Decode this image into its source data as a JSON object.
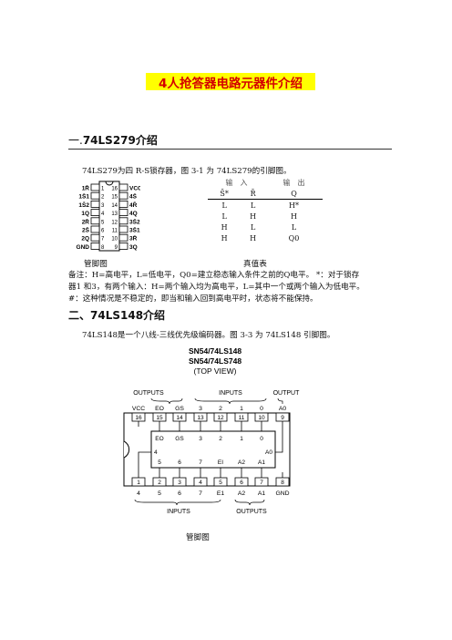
{
  "doc_title": "4人抢答器电路元器件介绍",
  "section1": {
    "number": "一.",
    "title": "74LS279介绍",
    "intro": "74LS279为四 R-S锁存器，图 3-1 为 74LS279的引脚图。"
  },
  "chip279": {
    "left_pins": [
      {
        "num": "1",
        "label": "1R̄"
      },
      {
        "num": "2",
        "label": "1S̄1"
      },
      {
        "num": "3",
        "label": "1S̄2"
      },
      {
        "num": "4",
        "label": "1Q"
      },
      {
        "num": "5",
        "label": "2R̄"
      },
      {
        "num": "6",
        "label": "2S̄"
      },
      {
        "num": "7",
        "label": "2Q"
      },
      {
        "num": "8",
        "label": "GND"
      }
    ],
    "right_pins": [
      {
        "num": "16",
        "label": "VCC"
      },
      {
        "num": "15",
        "label": "4S̄"
      },
      {
        "num": "14",
        "label": "4R̄"
      },
      {
        "num": "13",
        "label": "4Q"
      },
      {
        "num": "12",
        "label": "3S̄2"
      },
      {
        "num": "11",
        "label": "3S̄1"
      },
      {
        "num": "10",
        "label": "3R̄"
      },
      {
        "num": "9",
        "label": "3Q"
      }
    ]
  },
  "truth_table": {
    "group_input": "输　入",
    "group_output": "输　出",
    "headers": [
      "S̄*",
      "R̄",
      "Q"
    ],
    "rows": [
      [
        "L",
        "L",
        "H*"
      ],
      [
        "L",
        "H",
        "H"
      ],
      [
        "H",
        "L",
        "L"
      ],
      [
        "H",
        "H",
        "Q0"
      ]
    ]
  },
  "captions": {
    "pin_diagram": "管脚图",
    "truth_table": "真值表",
    "pin_diagram_148": "管脚图"
  },
  "notes": [
    "备注：H=高电平，L=低电平，Q0=建立稳态输入条件之前的Q电平。 *：对于锁存",
    "器1 和3，有两个输入：H=两个输入均为高电平，L=其中一个或两个输入为低电平。",
    "#：这种情况是不稳定的，即当和输入回到高电平时，状态将不能保持。"
  ],
  "section2": {
    "number": "二、",
    "title": "74LS148介绍",
    "intro": "74LS148是一个八线-三线优先级编码器。图 3-3 为 74LS148 引脚图。"
  },
  "chip148": {
    "title_lines": [
      "SN54/74LS148",
      "SN54/74LS748",
      "(TOP VIEW)"
    ],
    "top_groups": {
      "outputs": "OUTPUTS",
      "inputs": "INPUTS",
      "output": "OUTPUT"
    },
    "top_outer": [
      "VCC",
      "EO",
      "GS",
      "3",
      "2",
      "1",
      "0",
      "A0"
    ],
    "top_nums": [
      "16",
      "15",
      "14",
      "13",
      "12",
      "11",
      "10",
      "9"
    ],
    "top_inner": [
      "EO",
      "GS",
      "3",
      "2",
      "1",
      "0"
    ],
    "inner_side": {
      "left": "4",
      "right": "A0"
    },
    "bottom_inner": [
      "5",
      "6",
      "7",
      "EI",
      "A2",
      "A1"
    ],
    "bottom_nums": [
      "1",
      "2",
      "3",
      "4",
      "5",
      "6",
      "7",
      "8"
    ],
    "bottom_outer": [
      "4",
      "5",
      "6",
      "7",
      "E1",
      "A2",
      "A1",
      "GND"
    ],
    "bottom_groups": {
      "inputs": "INPUTS",
      "outputs": "OUTPUTS"
    }
  }
}
